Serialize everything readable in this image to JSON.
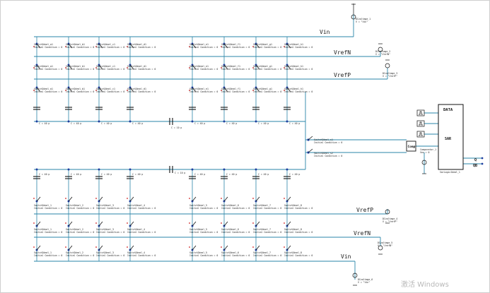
{
  "nets": {
    "vin_top": "Vin",
    "vrefn_top": "VrefN",
    "vrefp_top": "VrefP",
    "vrefp_bottom": "VrefP",
    "vrefn_bottom": "VrefN",
    "vin_bottom": "Vin"
  },
  "colors": {
    "wire": "#2a86a8",
    "component": "#111111",
    "node": "#1f3fa0",
    "accent": "#d02020"
  },
  "top_switch_labels": [
    "SwitchIdeal_a1",
    "SwitchIdeal_b1",
    "SwitchIdeal_c1",
    "SwitchIdeal_d1",
    "SwitchIdeal_e1",
    "SwitchIdeal_f1",
    "SwitchIdeal_g1",
    "SwitchIdeal_h1"
  ],
  "bottom_switch_labels": [
    "SwitchIdeal_1",
    "SwitchIdeal_2",
    "SwitchIdeal_3",
    "SwitchIdeal_4",
    "SwitchIdeal_5",
    "SwitchIdeal_6",
    "SwitchIdeal_7",
    "SwitchIdeal_8"
  ],
  "switch_condition": "Initial Condition = 0",
  "capacitor_label": "C = 40 p",
  "coupling_cap_label": "C = 10 p",
  "sources": {
    "vin_top": "DCvoltage_1",
    "vin_top_value": "V = \"Vin\"",
    "vrefn_top": "DCvoltage_2",
    "vrefn_top_value": "V = \"VrefN\"",
    "vrefp_top": "DCvoltage_3",
    "vrefp_top_value": "V = \"VrefP\"",
    "vrefp_bottom": "DCvoltage_4",
    "vrefp_bottom_value": "V = \"VrefP\"",
    "vrefn_bottom": "DCvoltage_5",
    "vrefn_bottom_value": "V = \"VrefN\"",
    "vin_bottom": "DCvoltage_6",
    "vin_bottom_value": "V = \"Vin\""
  },
  "comparator": {
    "label": "Comp",
    "name": "Comparator_1",
    "value": "Vos = 0"
  },
  "mid_switches": {
    "upper": "SwitchIdeal_s1",
    "lower": "SwitchIdeal_s2"
  },
  "logic_block": {
    "title": "DATA",
    "core": "SAR",
    "out_q": "Q",
    "out_qb": "QB",
    "name": "SarLogicIdeal_1"
  },
  "watermark": "激活 Windows"
}
